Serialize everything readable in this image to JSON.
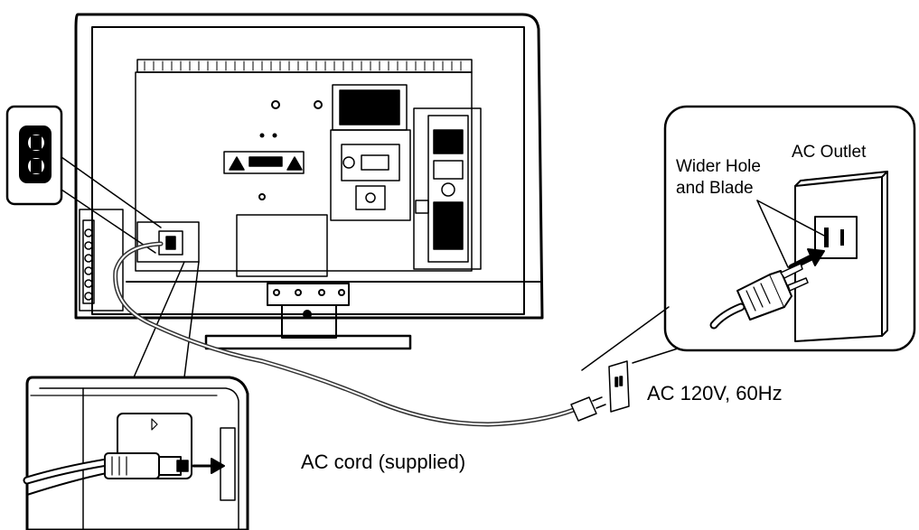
{
  "labels": {
    "ac_outlet": "AC Outlet",
    "wider_hole_line1": "Wider Hole",
    "wider_hole_line2": "and Blade",
    "ac_voltage": "AC 120V, 60Hz",
    "ac_cord": "AC cord (supplied)"
  },
  "colors": {
    "line": "#000000",
    "background": "#ffffff",
    "cord": "#555555"
  },
  "icons": {
    "ac_inlet": "figure-8-ac-inlet-icon",
    "plug": "polarized-plug-icon",
    "arrow": "insertion-arrow-icon"
  }
}
